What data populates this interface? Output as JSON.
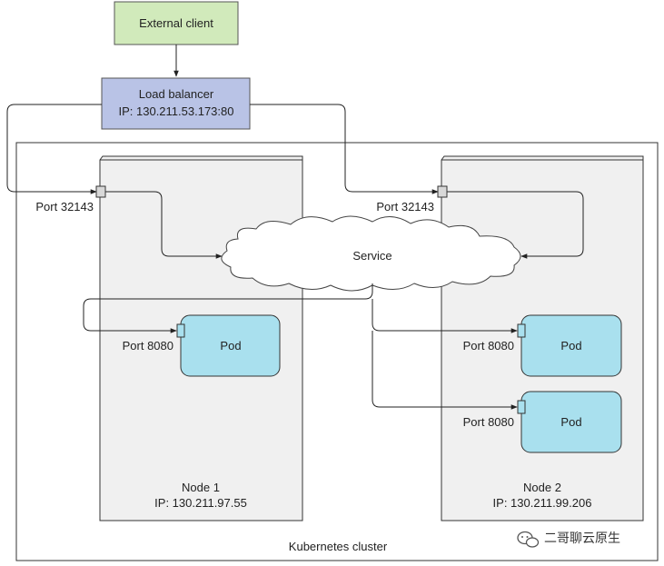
{
  "external_client": {
    "label": "External client",
    "fill": "#d1eabb"
  },
  "load_balancer": {
    "label": "Load balancer",
    "ip": "IP: 130.211.53.173:80",
    "fill": "#b9c3e6"
  },
  "service": {
    "label": "Service"
  },
  "cluster": {
    "label": "Kubernetes cluster"
  },
  "nodes": [
    {
      "name": "Node 1",
      "ip": "IP: 130.211.97.55",
      "port": "Port 32143"
    },
    {
      "name": "Node 2",
      "ip": "IP: 130.211.99.206",
      "port": "Port 32143"
    }
  ],
  "pods": [
    {
      "label": "Pod",
      "port": "Port 8080"
    },
    {
      "label": "Pod",
      "port": "Port 8080"
    },
    {
      "label": "Pod",
      "port": "Port 8080"
    }
  ],
  "watermark": {
    "text": "二哥聊云原生"
  },
  "colors": {
    "pod": "#a9e0ee",
    "node": "#f0f0f0",
    "port": "#a9e0ee",
    "node_port": "#d8d8d8",
    "line": "#222222"
  }
}
